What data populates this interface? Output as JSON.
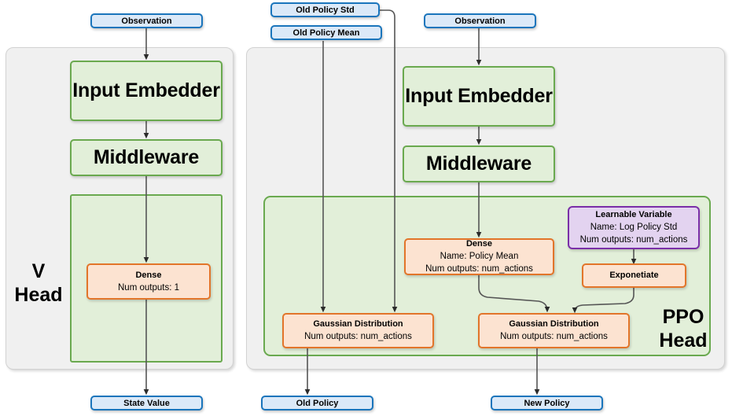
{
  "diagram": {
    "title": "PPO network architecture (V Head and PPO Head)",
    "colors": {
      "panel_bg": "#f0f0f0",
      "green_fill": "#e2efd9",
      "green_border": "#6aa94f",
      "orange_fill": "#fce3d1",
      "orange_border": "#e2752a",
      "purple_fill": "#e3d3f0",
      "purple_border": "#7a2fa8",
      "blue_fill": "#dbe9f8",
      "blue_border": "#1a75bc",
      "arrow": "#404040"
    }
  },
  "inputs": {
    "observation_left": "Observation",
    "observation_right": "Observation",
    "old_policy_std": "Old Policy Std",
    "old_policy_mean": "Old Policy Mean"
  },
  "outputs": {
    "state_value": "State Value",
    "old_policy": "Old Policy",
    "new_policy": "New Policy"
  },
  "v_head": {
    "label": "V\nHead",
    "label_line1": "V",
    "label_line2": "Head",
    "input_embedder": "Input Embedder",
    "middleware": "Middleware",
    "dense": {
      "title": "Dense",
      "line2": "Num outputs: 1"
    }
  },
  "ppo_head": {
    "label_line1": "PPO",
    "label_line2": "Head",
    "input_embedder": "Input Embedder",
    "middleware": "Middleware",
    "dense_policy_mean": {
      "title": "Dense",
      "line2": "Name: Policy Mean",
      "line3": "Num outputs: num_actions"
    },
    "learnable_variable": {
      "title": "Learnable Variable",
      "line2": "Name: Log Policy Std",
      "line3": "Num outputs: num_actions"
    },
    "exponetiate": {
      "title": "Exponetiate"
    },
    "gaussian_old": {
      "title": "Gaussian Distribution",
      "line2": "Num outputs: num_actions"
    },
    "gaussian_new": {
      "title": "Gaussian Distribution",
      "line2": "Num outputs: num_actions"
    }
  }
}
